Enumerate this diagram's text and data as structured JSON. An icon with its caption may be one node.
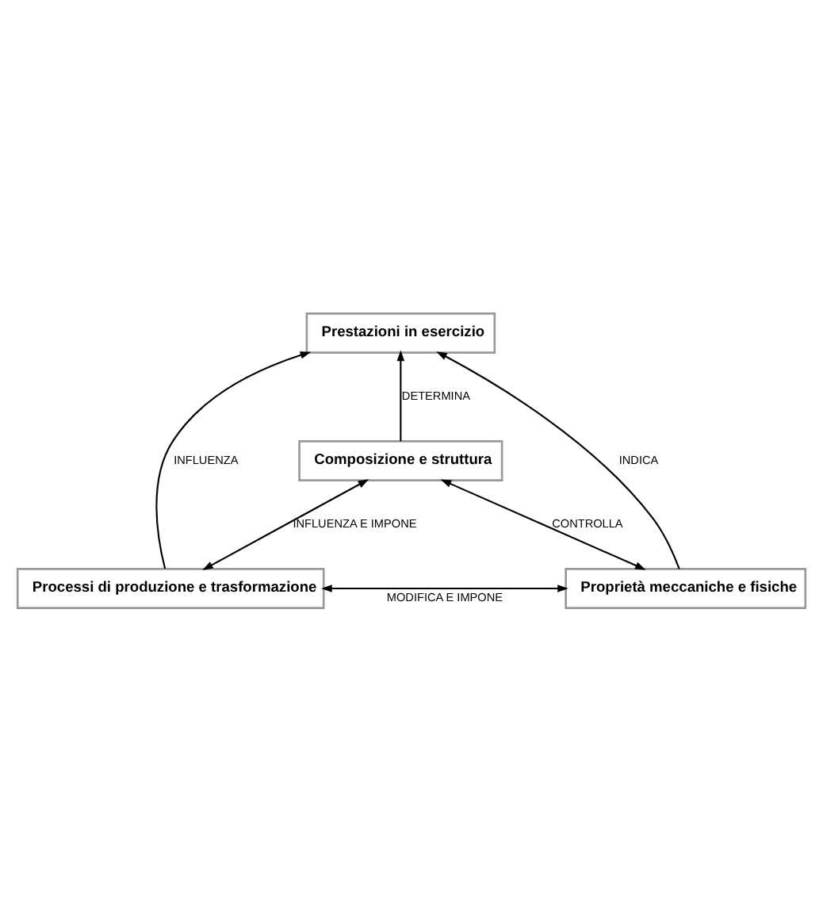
{
  "diagram": {
    "nodes": [
      {
        "text": [
          "Prestazioni in esercizio"
        ]
      },
      {
        "text": [
          "Composizione e struttura"
        ]
      },
      {
        "text": [
          "Processi di produzione e trasformazione"
        ]
      },
      {
        "text": [
          "Proprietà meccaniche e fisiche"
        ]
      }
    ],
    "edges": [
      {
        "from": 1,
        "to": 0,
        "arrow": "to",
        "label": "DETERMINA"
      },
      {
        "from": 2,
        "to": 0,
        "arrow": "to",
        "label": "INFLUENZA"
      },
      {
        "from": 3,
        "to": 0,
        "arrow": "to",
        "label": "INDICA"
      },
      {
        "from": 2,
        "to": 1,
        "arrow": "both",
        "label": "INFLUENZA E IMPONE"
      },
      {
        "from": 3,
        "to": 1,
        "arrow": "both",
        "label": "CONTROLLA"
      },
      {
        "from": 2,
        "to": 3,
        "arrow": "both",
        "label": "MODIFICA E IMPONE"
      }
    ]
  }
}
